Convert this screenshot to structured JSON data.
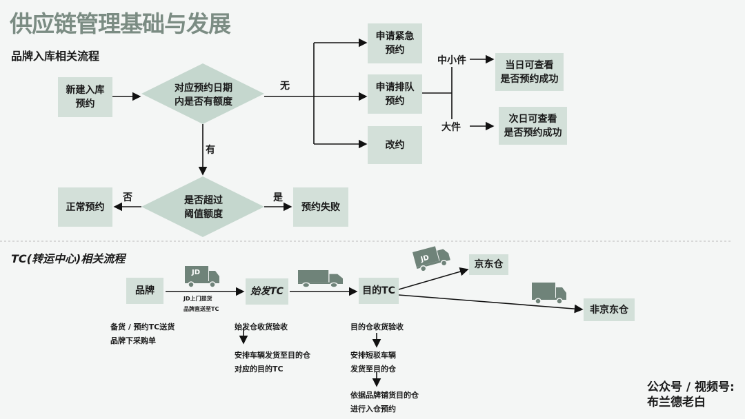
{
  "title": "供应链管理基础与发展",
  "section1": {
    "heading": "品牌入库相关流程",
    "new_booking": "新建入库\n预约",
    "decision1": "对应预约日期\n内是否有额度",
    "label_none": "无",
    "label_has": "有",
    "urgent": "申请紧急\n预约",
    "queue": "申请排队\n预约",
    "reschedule": "改约",
    "label_small": "中小件",
    "label_large": "大件",
    "same_day": "当日可查看\n是否预约成功",
    "next_day": "次日可查看\n是否预约成功",
    "decision2": "是否超过\n阈值额度",
    "label_no": "否",
    "label_yes": "是",
    "normal": "正常预约",
    "failed": "预约失败"
  },
  "section2": {
    "heading": "TC(转运中心)相关流程",
    "brand": "品牌",
    "origin_tc": "始发TC",
    "dest_tc": "目的TC",
    "jd_wh": "京东仓",
    "non_jd_wh": "非京东仓",
    "truck_logo": "JD",
    "pickup_note": "JD上门提货\n品牌直送至TC",
    "brand_note": "备货 / 预约TC送货\n品牌下采购单",
    "origin_step1": "始发仓收货验收",
    "origin_step2": "安排车辆发货至目的仓\n对应的目的TC",
    "dest_step1": "目的仓收货验收",
    "dest_step2": "安排短驳车辆\n发货至目的仓",
    "dest_step3": "依据品牌铺货目的仓\n进行入仓预约"
  },
  "footer": {
    "line1": "公众号 / 视频号:",
    "line2": "布兰德老白"
  },
  "colors": {
    "box": "#d3e0d9",
    "diamond": "#c5d7ce",
    "title": "#7b8c83",
    "truck": "#6f8379"
  }
}
